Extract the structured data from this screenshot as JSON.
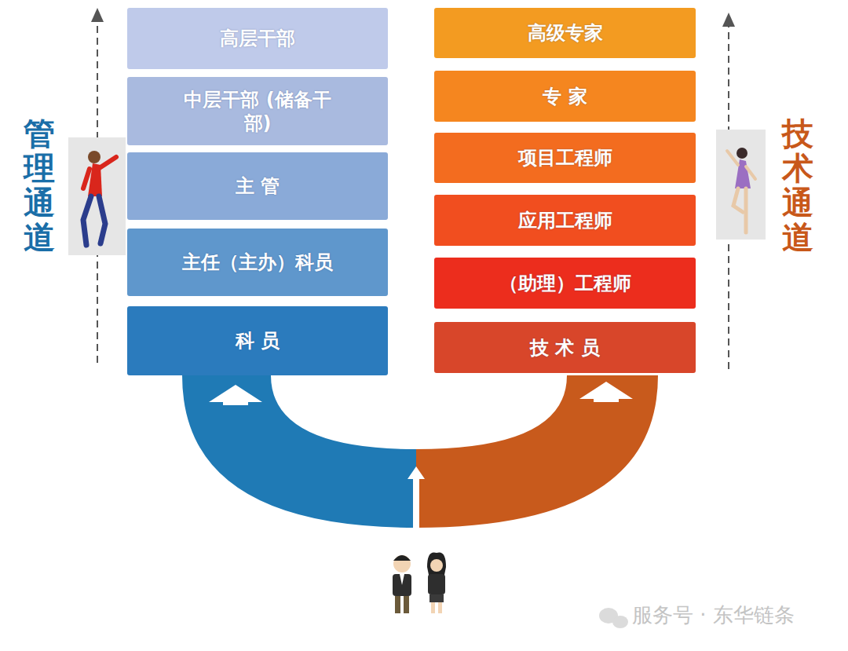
{
  "diagram": {
    "nodes": [
      {
        "text": [
          "高层干部"
        ]
      },
      {
        "text": [
          "中层干部 (储备干部)"
        ]
      },
      {
        "text": [
          "主 管"
        ]
      },
      {
        "text": [
          "主任（主办）科员"
        ]
      },
      {
        "text": [
          "科 员"
        ]
      },
      {
        "text": [
          "高级专家"
        ]
      },
      {
        "text": [
          "专 家"
        ]
      },
      {
        "text": [
          "项目工程师"
        ]
      },
      {
        "text": [
          "应用工程师"
        ]
      },
      {
        "text": [
          "（助理）工程师"
        ]
      },
      {
        "text": [
          "技 术 员"
        ]
      }
    ],
    "labels": [
      "管理通道",
      "技术通道",
      "服务号 · 东华链条"
    ]
  }
}
